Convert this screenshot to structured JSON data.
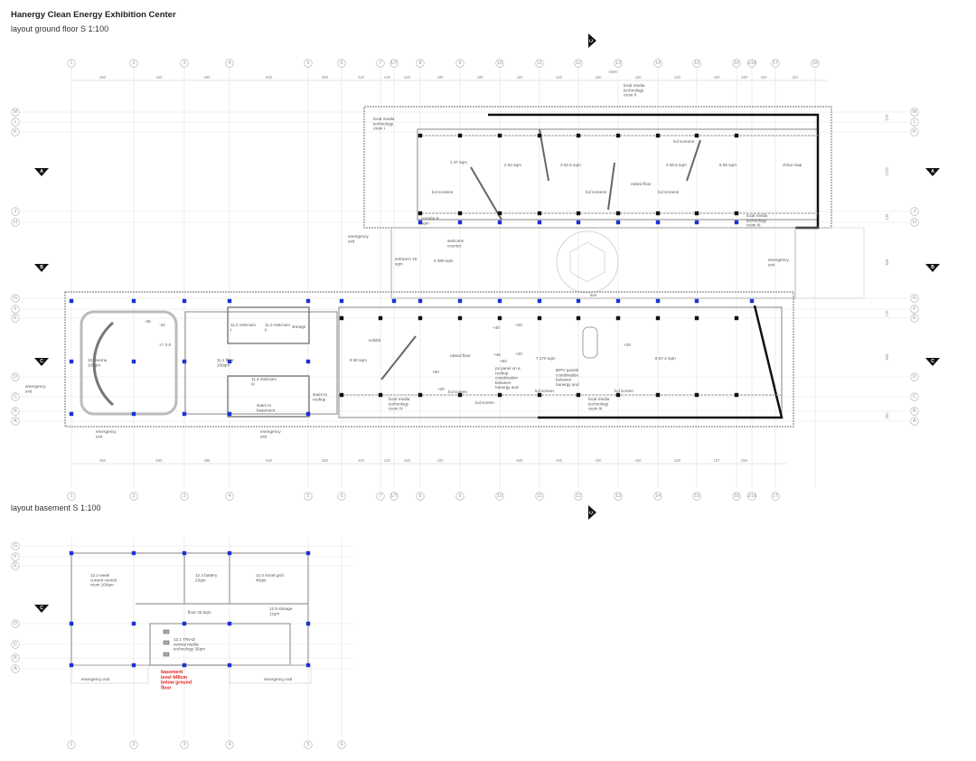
{
  "header": {
    "title": "Hanergy Clean Energy Exhibition Center",
    "ground_floor_caption": "layout ground floor  S 1:100",
    "basement_caption": "layout basement  S 1:100"
  },
  "grid": {
    "columns_top": [
      "1",
      "2",
      "3",
      "4",
      "5",
      "6",
      "7",
      "1/7",
      "8",
      "9",
      "10",
      "11",
      "12",
      "13",
      "14",
      "15",
      "16",
      "1/16",
      "17",
      "18"
    ],
    "columns_bottom": [
      "1",
      "2",
      "3",
      "4",
      "5",
      "6",
      "7",
      "1/7",
      "8",
      "9",
      "10",
      "11",
      "12",
      "13",
      "14",
      "15",
      "16",
      "1/16",
      "17"
    ],
    "columns_basement": [
      "1",
      "2",
      "3",
      "4",
      "5",
      "6"
    ],
    "rows_ground": [
      "M",
      "L",
      "K",
      "J",
      "H",
      "G",
      "F",
      "E",
      "D",
      "C",
      "B",
      "A"
    ],
    "rows_basement": [
      "G",
      "F",
      "E",
      "D",
      "C",
      "B",
      "A"
    ],
    "dims_top": [
      "460",
      "340",
      "490",
      "640",
      "350",
      "420",
      "420",
      "420",
      "420",
      "420",
      "420",
      "420",
      "420",
      "420",
      "420",
      "420",
      "420",
      "420",
      "201"
    ],
    "dims_bottom": [
      "460",
      "530",
      "496",
      "640",
      "350",
      "420",
      "420",
      "420",
      "420",
      "840",
      "420",
      "420",
      "420",
      "420",
      "167",
      "250"
    ],
    "dims_right": [
      "270",
      "1275",
      "120",
      "840",
      "170",
      "840",
      "201"
    ],
    "dim_extra": "4696"
  },
  "sections": {
    "a": "A",
    "b": "B",
    "c": "C"
  },
  "ground_rooms": [
    "local media technology room I",
    "local media technology room II",
    "1  37 sqm",
    "2  64 sqm",
    "3  62.5 sqm",
    "4  56.5 sqm",
    "5  55 sqm",
    "china map",
    "lcd screens",
    "lcd screens",
    "lcd screens",
    "lcd screens",
    "raised floor",
    "corridor 6 sqm",
    "local media technology room III",
    "emergency exit",
    "entrance 15 sqm",
    "6  380 sqm",
    "welcome counter",
    "sun",
    "emergency exit",
    "10 cinema 100qm",
    "-45",
    "-34",
    "+/- 0.0",
    "11.2 restroom I",
    "11.3 restroom II",
    "storage",
    "11.1 floor 100qm",
    "11.4 restroom III",
    "stairs to basement",
    "stairs to rooftop",
    "emergency exit",
    "emergency exit",
    "emergency exit",
    "exhibit",
    "8  60 sqm",
    "raised floor",
    "+40",
    "+20",
    "+40",
    "+20",
    "+60",
    "+60",
    "+20",
    "7  170 sqm",
    "pv panel on a rooftop coordination between hanergy and",
    "BIPV panels coordination between hanergy and",
    "+20",
    "8  67.2 sqm",
    "lcd screen",
    "lcd screen",
    "lcd screen",
    "lcd screen",
    "local media technology room IV",
    "local media technology room III"
  ],
  "basement_rooms": [
    "12.2 weak current control room 100qm",
    "12.3 battery 23qm",
    "12.4 smart grid 40qm",
    "floor 32.5qm",
    "12.5 storage 11qm",
    "12.1 TRIAD central media technology 35qm",
    "emergency exit",
    "emergency exit"
  ],
  "basement_note": "basement level 440cm below ground floor",
  "colors": {
    "column": "#1a33d6",
    "wall": "#888888",
    "grid": "#dddddd",
    "note": "#e02020"
  }
}
